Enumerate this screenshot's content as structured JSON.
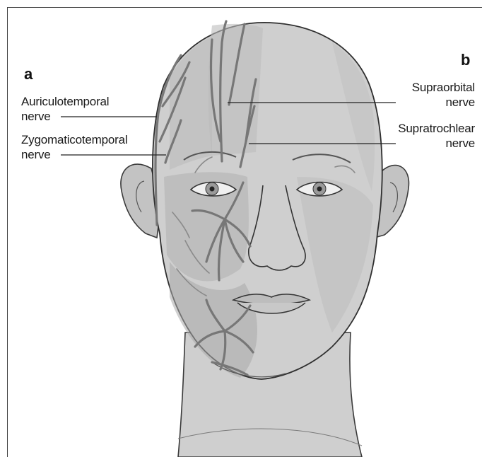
{
  "panels": {
    "left": "a",
    "right": "b"
  },
  "labels": {
    "auriculotemporal": [
      "Auriculotemporal",
      "nerve"
    ],
    "zygomaticotemporal": [
      "Zygomaticotemporal",
      "nerve"
    ],
    "supraorbital": [
      "Supraorbital",
      "nerve"
    ],
    "supratrochlear": [
      "Supratrochlear",
      "nerve"
    ]
  },
  "colors": {
    "skin": "#cfcfcf",
    "shadow": "#b3b3b3",
    "outline": "#3a3a3a",
    "nerve": "#777777"
  }
}
